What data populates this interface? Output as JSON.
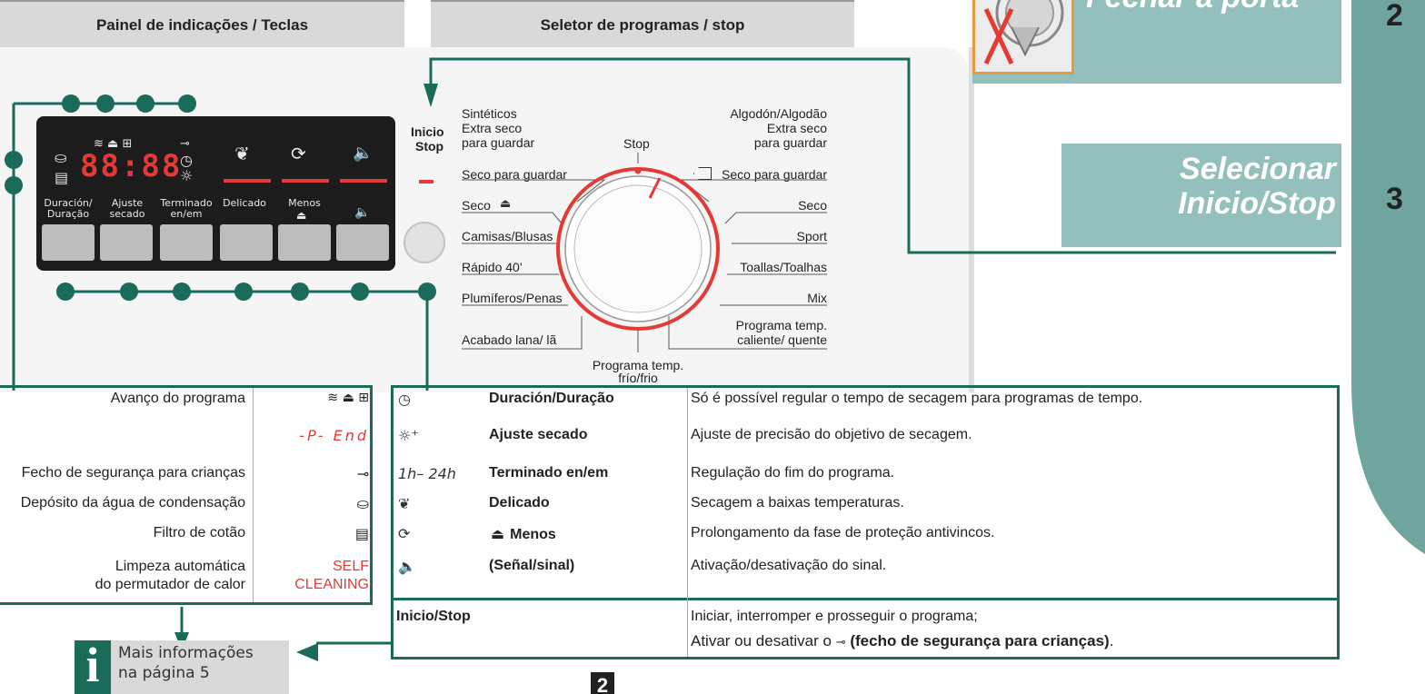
{
  "tabs": {
    "left": "Painel de indicações / Teclas",
    "middle": "Seletor de programas / stop"
  },
  "banners": {
    "door": "Fechar a porta",
    "start_line1": "Selecionar",
    "start_line2": "Inicio/Stop"
  },
  "side_numbers": {
    "n2": "2",
    "n3": "3"
  },
  "display": {
    "digits": "88:88",
    "labels": {
      "duracion": "Duración/\nDuração",
      "ajuste": "Ajuste\nsecado",
      "terminado": "Terminado\nen/em",
      "delicado": "Delicado",
      "menos": "Menos"
    }
  },
  "start_stop": {
    "label_line1": "Inicio",
    "label_line2": "Stop"
  },
  "programs_left": [
    "Sintéticos\nExtra seco\npara guardar",
    "Seco para guardar",
    "Seco",
    "Camisas/Blusas",
    "Rápido 40'",
    "Plumíferos/Penas",
    "Acabado lana/ lã"
  ],
  "programs_right": [
    "Algodón/Algodão\nExtra seco\npara guardar",
    "Seco para guardar",
    "Seco",
    "Sport",
    "Toallas/Toalhas",
    "Mix",
    "Programa temp.\ncaliente/ quente"
  ],
  "program_top": "Stop",
  "program_bottom": "Programa temp.\nfrío/frio",
  "indicators_table": [
    {
      "label": "Avanço do programa",
      "icon": "dry-stages-icons"
    },
    {
      "label": "",
      "icon": "-P- End"
    },
    {
      "label": "Fecho de segurança para crianças",
      "icon": "key-icon"
    },
    {
      "label": "Depósito da água de condensação",
      "icon": "tank-icon"
    },
    {
      "label": "Filtro de cotão",
      "icon": "filter-icon"
    },
    {
      "label": "Limpeza automática\ndo permutador de calor",
      "icon": "SELF\nCLEANING"
    }
  ],
  "keys_table": [
    {
      "icon": "clock-icon",
      "name": "Duración/Duração",
      "desc": "Só é possível regular o tempo de secagem para programas de tempo."
    },
    {
      "icon": "sun-plus-icon",
      "name": "Ajuste secado",
      "desc": "Ajuste de precisão do objetivo de secagem."
    },
    {
      "icon": "1h– 24h",
      "name": "Terminado en/em",
      "desc": "Regulação do fim do programa."
    },
    {
      "icon": "feather-icon",
      "name": "Delicado",
      "desc": "Secagem a baixas temperaturas."
    },
    {
      "icon": "anticrease-icon",
      "name": "Menos",
      "desc": "Prolongamento da fase de proteção antivincos."
    },
    {
      "icon": "speaker-icon",
      "name": "(Señal/sinal)",
      "desc": "Ativação/desativação do sinal."
    }
  ],
  "start_row": {
    "name": "Inicio/Stop",
    "desc1": "Iniciar, interromper e prosseguir o programa;",
    "desc2_prefix": "Ativar ou desativar o",
    "desc2_bold": "(fecho de segurança para crianças)",
    "desc2_suffix": "."
  },
  "info_box": {
    "line1": "Mais informações",
    "line2": "na página 5"
  },
  "page_number": "2",
  "colors": {
    "teal": "#1a6b5a",
    "panel_teal": "#93c0bc",
    "red": "#e53935",
    "side_band": "#6fa59e"
  }
}
